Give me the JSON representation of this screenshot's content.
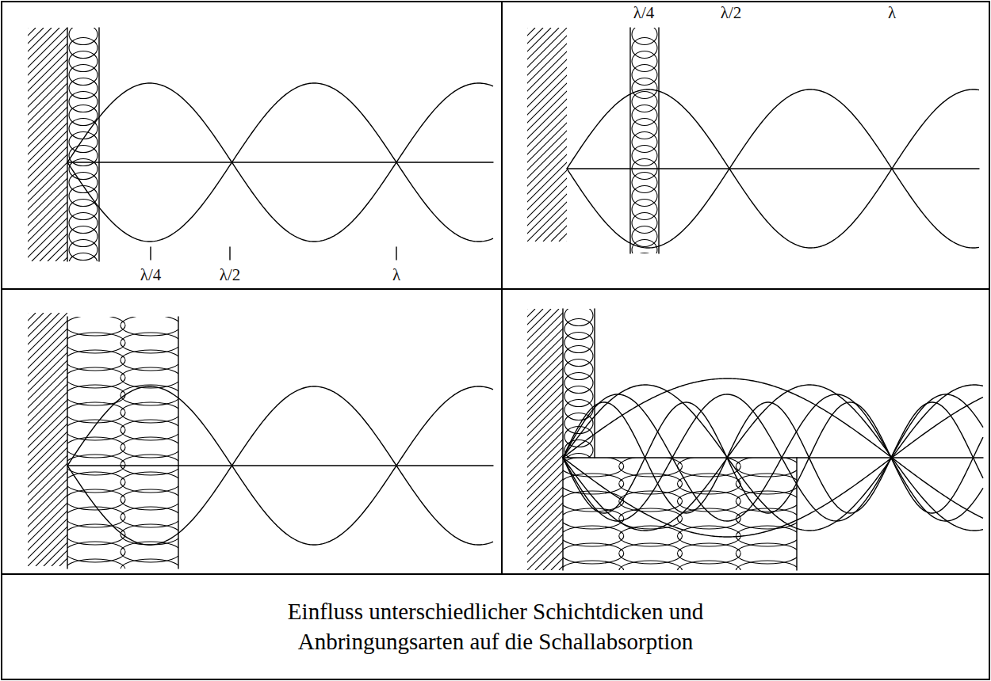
{
  "diagram": {
    "caption": "Einfluss unterschiedlicher Schichtdicken und Anbringungsarten auf die Schallabsorption",
    "labels": [
      "λ/4",
      "λ/2",
      "λ",
      "λ/4",
      "λ/2",
      "λ"
    ]
  }
}
